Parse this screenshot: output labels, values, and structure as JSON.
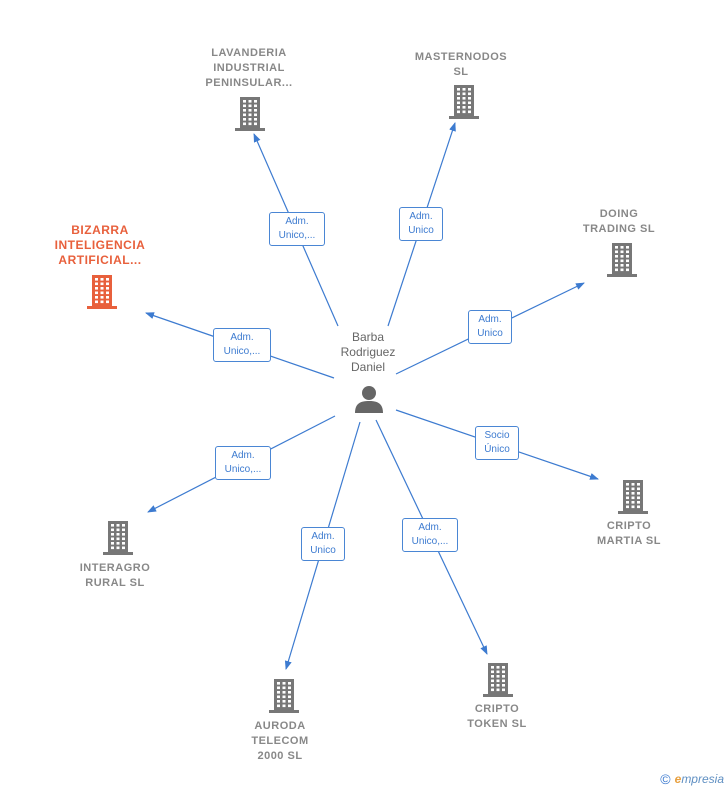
{
  "center": {
    "name_lines": [
      "Barba",
      "Rodriguez",
      "Daniel"
    ],
    "icon": "person-icon"
  },
  "nodes": [
    {
      "id": "lavanderia",
      "lines": [
        "LAVANDERIA",
        "INDUSTRIAL",
        "PENINSULAR..."
      ],
      "highlight": false,
      "icon": "building-icon"
    },
    {
      "id": "masternodos",
      "lines": [
        "MASTERNODOS",
        "SL"
      ],
      "highlight": false,
      "icon": "building-icon"
    },
    {
      "id": "doing",
      "lines": [
        "DOING",
        "TRADING  SL"
      ],
      "highlight": false,
      "icon": "building-icon"
    },
    {
      "id": "bizarra",
      "lines": [
        "BIZARRA",
        "INTELIGENCIA",
        "ARTIFICIAL..."
      ],
      "highlight": true,
      "icon": "building-icon"
    },
    {
      "id": "cripto_martia",
      "lines": [
        "CRIPTO",
        "MARTIA  SL"
      ],
      "highlight": false,
      "icon": "building-icon"
    },
    {
      "id": "interagro",
      "lines": [
        "INTERAGRO",
        "RURAL  SL"
      ],
      "highlight": false,
      "icon": "building-icon"
    },
    {
      "id": "auroda",
      "lines": [
        "AURODA",
        "TELECOM",
        "2000  SL"
      ],
      "highlight": false,
      "icon": "building-icon"
    },
    {
      "id": "cripto_token",
      "lines": [
        "CRIPTO",
        "TOKEN  SL"
      ],
      "highlight": false,
      "icon": "building-icon"
    }
  ],
  "edges": [
    {
      "to": "lavanderia",
      "lines": [
        "Adm.",
        "Unico,..."
      ]
    },
    {
      "to": "masternodos",
      "lines": [
        "Adm.",
        "Unico"
      ]
    },
    {
      "to": "doing",
      "lines": [
        "Adm.",
        "Unico"
      ]
    },
    {
      "to": "bizarra",
      "lines": [
        "Adm.",
        "Unico,..."
      ]
    },
    {
      "to": "cripto_martia",
      "lines": [
        "Socio",
        "Único"
      ]
    },
    {
      "to": "interagro",
      "lines": [
        "Adm.",
        "Unico,..."
      ]
    },
    {
      "to": "auroda",
      "lines": [
        "Adm.",
        "Unico"
      ]
    },
    {
      "to": "cripto_token",
      "lines": [
        "Adm.",
        "Unico,..."
      ]
    }
  ],
  "colors": {
    "edge": "#3d7bd0",
    "building": "#777777",
    "highlight": "#e8603c",
    "person": "#666666"
  },
  "footer": {
    "copyright_symbol": "©",
    "brand_initial": "e",
    "brand_rest": "mpresia"
  }
}
